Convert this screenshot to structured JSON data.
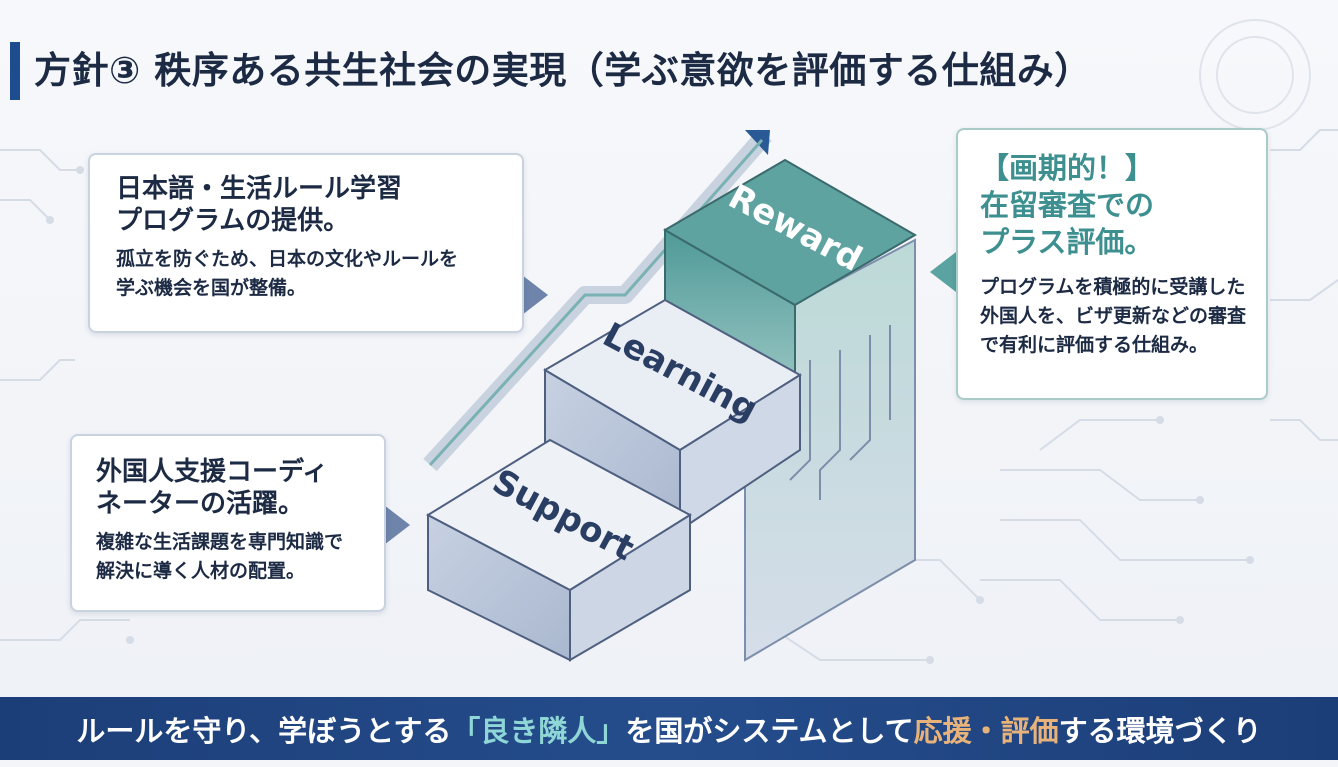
{
  "title": "方針③ 秩序ある共生社会の実現（学ぶ意欲を評価する仕組み）",
  "callouts": {
    "learning": {
      "head_line1": "日本語・生活ルール学習",
      "head_line2": "プログラムの提供。",
      "body_line1": "孤立を防ぐため、日本の文化やルールを",
      "body_line2": "学ぶ機会を国が整備。"
    },
    "support": {
      "head_line1": "外国人支援コーディ",
      "head_line2": "ネーターの活躍。",
      "body_line1": "複雑な生活課題を専門知識で",
      "body_line2": "解決に導く人材の配置。"
    },
    "reward": {
      "head_line1": "【画期的！】",
      "head_line2": "在留審査での",
      "head_line3": "プラス評価。",
      "body_line1": "プログラムを積極的に受講した",
      "body_line2": "外国人を、ビザ更新などの審査",
      "body_line3": "で有利に評価する仕組み。"
    }
  },
  "steps": {
    "support": "Support",
    "learning": "Learning",
    "reward": "Reward"
  },
  "banner": {
    "part1": "ルールを守り、学ぼうとする",
    "highlight1": "「良き隣人」",
    "part2": "を国がシステムとして",
    "highlight2": "応援・評価",
    "part3": "する環境づくり"
  },
  "colors": {
    "title_accent": "#1d4c8f",
    "teal": "#3e8f8f",
    "banner": "#1c3e78",
    "highlight_teal": "#8fd6d6",
    "highlight_orange": "#e8b37a"
  }
}
